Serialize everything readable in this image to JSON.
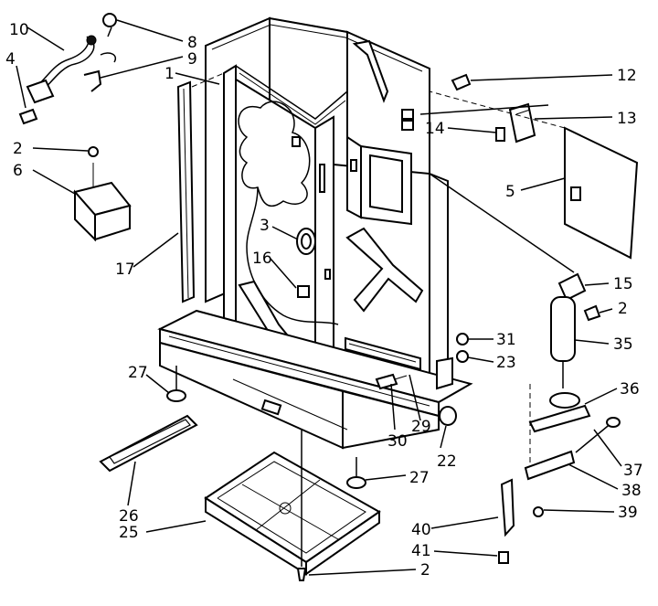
{
  "callouts": [
    {
      "key": "c10",
      "label": "10"
    },
    {
      "key": "c4",
      "label": "4"
    },
    {
      "key": "c8",
      "label": "8"
    },
    {
      "key": "c9",
      "label": "9"
    },
    {
      "key": "c1",
      "label": "1"
    },
    {
      "key": "c12",
      "label": "12"
    },
    {
      "key": "c14",
      "label": "14"
    },
    {
      "key": "c13",
      "label": "13"
    },
    {
      "key": "c2a",
      "label": "2"
    },
    {
      "key": "c6",
      "label": "6"
    },
    {
      "key": "c5",
      "label": "5"
    },
    {
      "key": "c3",
      "label": "3"
    },
    {
      "key": "c17",
      "label": "17"
    },
    {
      "key": "c16",
      "label": "16"
    },
    {
      "key": "c15",
      "label": "15"
    },
    {
      "key": "c2b",
      "label": "2"
    },
    {
      "key": "c31",
      "label": "31"
    },
    {
      "key": "c35",
      "label": "35"
    },
    {
      "key": "c23",
      "label": "23"
    },
    {
      "key": "c27a",
      "label": "27"
    },
    {
      "key": "c36",
      "label": "36"
    },
    {
      "key": "c30",
      "label": "30"
    },
    {
      "key": "c29",
      "label": "29"
    },
    {
      "key": "c22",
      "label": "22"
    },
    {
      "key": "c37",
      "label": "37"
    },
    {
      "key": "c27b",
      "label": "27"
    },
    {
      "key": "c38",
      "label": "38"
    },
    {
      "key": "c26",
      "label": "26"
    },
    {
      "key": "c39",
      "label": "39"
    },
    {
      "key": "c25",
      "label": "25"
    },
    {
      "key": "c40",
      "label": "40"
    },
    {
      "key": "c41",
      "label": "41"
    },
    {
      "key": "c2c",
      "label": "2"
    }
  ]
}
